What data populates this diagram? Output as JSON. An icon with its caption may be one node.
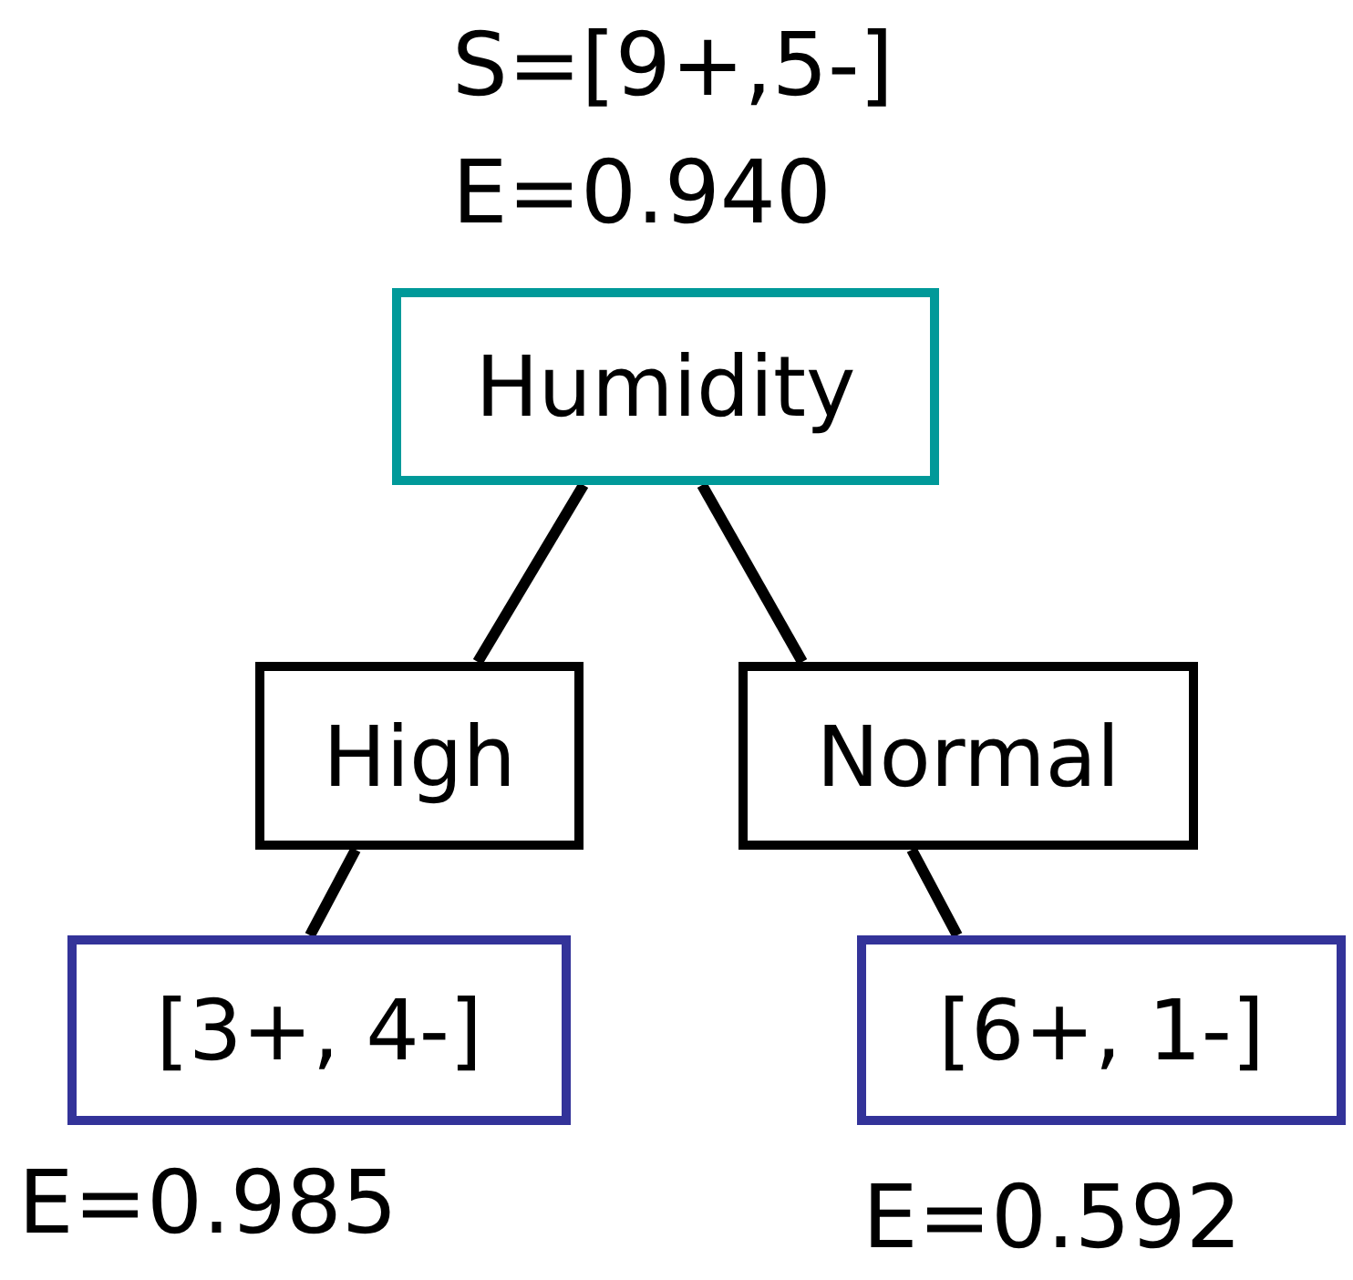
{
  "diagram": {
    "nodes": [
      {
        "text": [
          "Humidity"
        ],
        "beside": [
          "S=[9+,5-]",
          "E=0.940"
        ]
      },
      {
        "text": [
          "High"
        ]
      },
      {
        "text": [
          "Normal"
        ]
      },
      {
        "text": [
          "[3+, 4-]"
        ],
        "beside": [
          "E=0.985"
        ]
      },
      {
        "text": [
          "[6+, 1-]"
        ],
        "beside": [
          "E=0.592"
        ]
      }
    ],
    "edges": [
      {
        "from": 0,
        "to": 1,
        "arrow": "none"
      },
      {
        "from": 0,
        "to": 2,
        "arrow": "none"
      },
      {
        "from": 1,
        "to": 3,
        "arrow": "none"
      },
      {
        "from": 2,
        "to": 4,
        "arrow": "none"
      }
    ]
  }
}
